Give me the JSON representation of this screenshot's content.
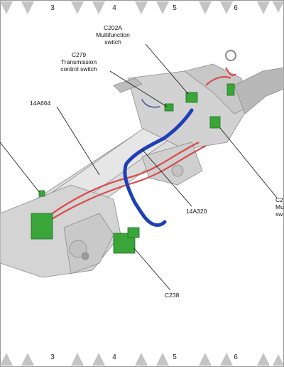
{
  "ruler": {
    "top": [
      "3",
      "4",
      "5",
      "6"
    ],
    "bottom": [
      "3",
      "4",
      "5",
      "6"
    ]
  },
  "labels": {
    "c202a_id": "C202A",
    "c202a_name_1": "Multifunction",
    "c202a_name_2": "switch",
    "c279_id": "C279",
    "c279_name_1": "Transmission",
    "c279_name_2": "control switch",
    "harness_left": "14A664",
    "harness_blue": "14A320",
    "c238_id": "C238",
    "right_id_partial": "C2",
    "right_name_1_partial": "Mu",
    "right_name_2_partial": "sw"
  },
  "colors": {
    "connector_green": "#3aa63a",
    "harness_blue": "#1f3fb8",
    "harness_red": "#d94a4a",
    "body_gray": "#d9d9d9",
    "ruler_gray": "#bcbcbc"
  }
}
